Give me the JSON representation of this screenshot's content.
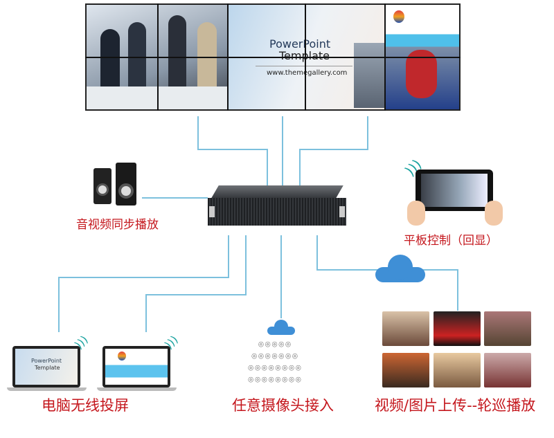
{
  "wall": {
    "slide_title": "PowerPoint",
    "slide_subtitle": "Template",
    "slide_url": "www.themegallery.com"
  },
  "labels": {
    "audio": "音视频同步播放",
    "tablet": "平板控制（回显）",
    "laptop": "电脑无线投屏",
    "camera": "任意摄像头接入",
    "media": "视频/图片上传--轮巡播放"
  },
  "laptop": {
    "slide_title": "PowerPoint",
    "slide_subtitle": "Template"
  },
  "colors": {
    "line": "#7cc0dd",
    "label": "#c4161c",
    "wifi": "#1aa3a0"
  }
}
